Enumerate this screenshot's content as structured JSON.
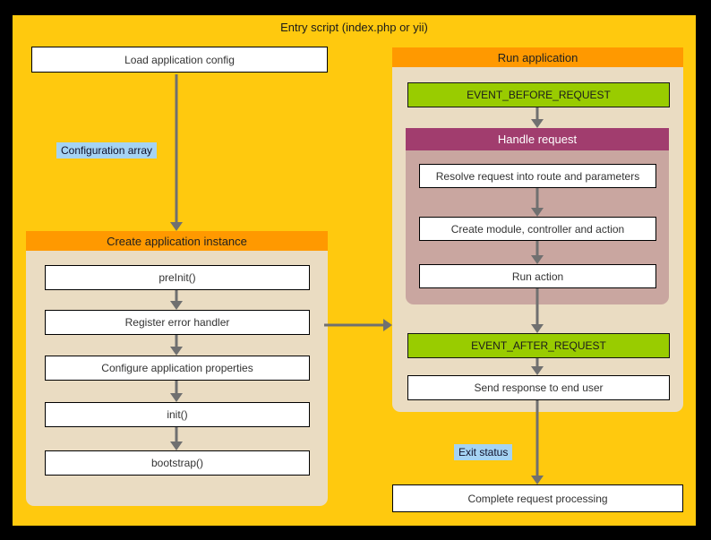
{
  "diagram": {
    "title": "Entry script (index.php or yii)",
    "left_flow": {
      "load_config": "Load application config",
      "config_array_label": "Configuration array",
      "create_app": {
        "header": "Create application instance",
        "steps": [
          "preInit()",
          "Register error handler",
          "Configure application properties",
          "init()",
          "bootstrap()"
        ]
      }
    },
    "right_flow": {
      "run_app": {
        "header": "Run application",
        "event_before": "EVENT_BEFORE_REQUEST",
        "handle_request": {
          "header": "Handle request",
          "steps": [
            "Resolve request into route and parameters",
            "Create module, controller and action",
            "Run action"
          ]
        },
        "event_after": "EVENT_AFTER_REQUEST",
        "send_response": "Send response to end user"
      },
      "exit_status_label": "Exit status",
      "complete": "Complete request processing"
    },
    "colors": {
      "page_background": "#000000",
      "panel_background": "#FFC90E",
      "section_header": "#FF9900",
      "section_body": "#EADCC2",
      "event_box": "#99CC00",
      "handle_header": "#A13D6E",
      "handle_body": "#C9A6A0",
      "label_background": "#A5D3F3",
      "arrow": "#707070",
      "box_background": "#FFFFFF",
      "box_border": "#000000"
    }
  }
}
